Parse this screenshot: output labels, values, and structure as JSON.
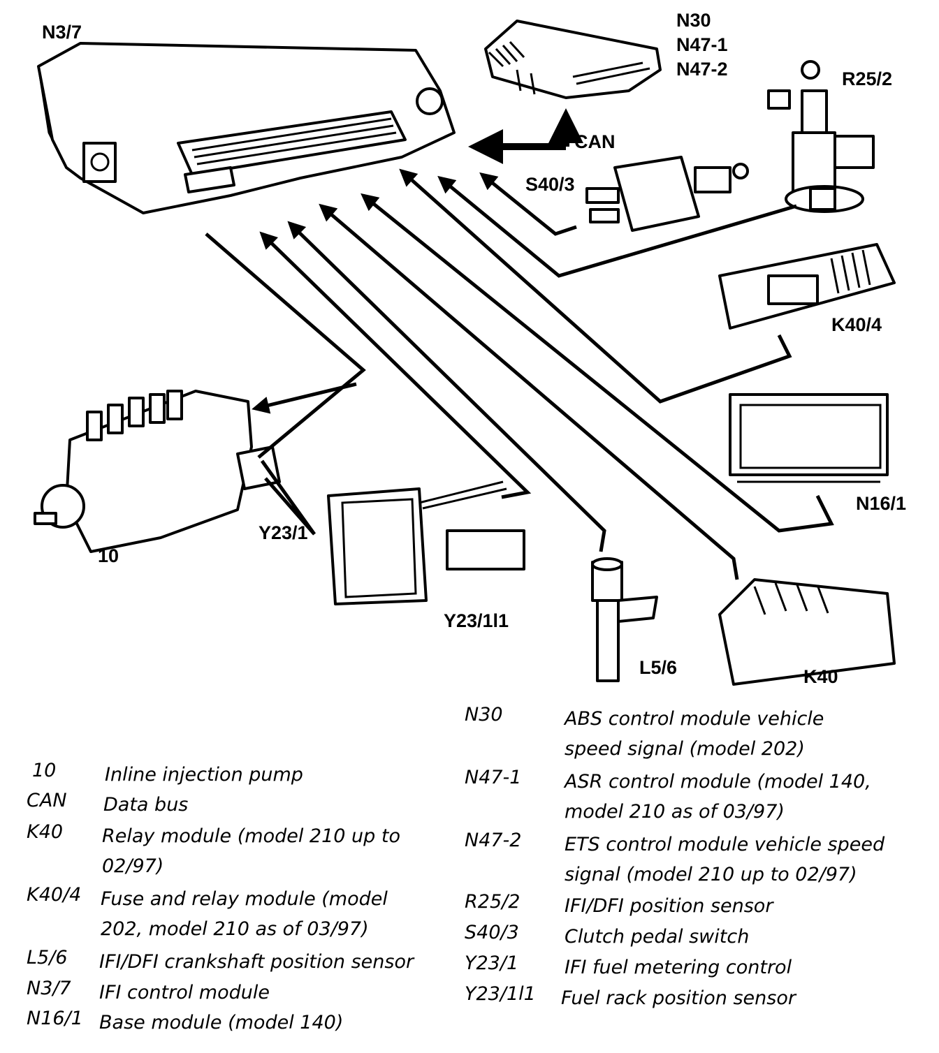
{
  "diagram": {
    "labels": {
      "n3_7": "N3/7",
      "n30": "N30",
      "n47_1": "N47-1",
      "n47_2": "N47-2",
      "r25_2": "R25/2",
      "can": "CAN",
      "s40_3": "S40/3",
      "k40_4": "K40/4",
      "n16_1": "N16/1",
      "y23_1": "Y23/1",
      "pump_10": "10",
      "y23_1l1": "Y23/1l1",
      "l5_6": "L5/6",
      "k40": "K40"
    }
  },
  "legend_left": [
    {
      "code": "10",
      "desc": "Inline injection pump"
    },
    {
      "code": "CAN",
      "desc": "Data bus"
    },
    {
      "code": "K40",
      "desc": "Relay module (model 210 up to 02/97)"
    },
    {
      "code": "K40/4",
      "desc": "Fuse and relay module (model 202, model 210 as of 03/97)"
    },
    {
      "code": "L5/6",
      "desc": "IFI/DFI crankshaft position sensor"
    },
    {
      "code": "N3/7",
      "desc": "IFI control module"
    },
    {
      "code": "N16/1",
      "desc": "Base module (model 140)"
    }
  ],
  "legend_right": [
    {
      "code": "N30",
      "desc": "ABS control module vehicle speed signal (model 202)"
    },
    {
      "code": "N47-1",
      "desc": "ASR control module (model 140, model 210 as of 03/97)"
    },
    {
      "code": "N47-2",
      "desc": "ETS control module vehicle speed signal (model 210 up to 02/97)"
    },
    {
      "code": "R25/2",
      "desc": "IFI/DFI position sensor"
    },
    {
      "code": "S40/3",
      "desc": "Clutch pedal switch"
    },
    {
      "code": "Y23/1",
      "desc": "IFI fuel metering control"
    },
    {
      "code": "Y23/1l1",
      "desc": "Fuel rack position sensor"
    }
  ]
}
